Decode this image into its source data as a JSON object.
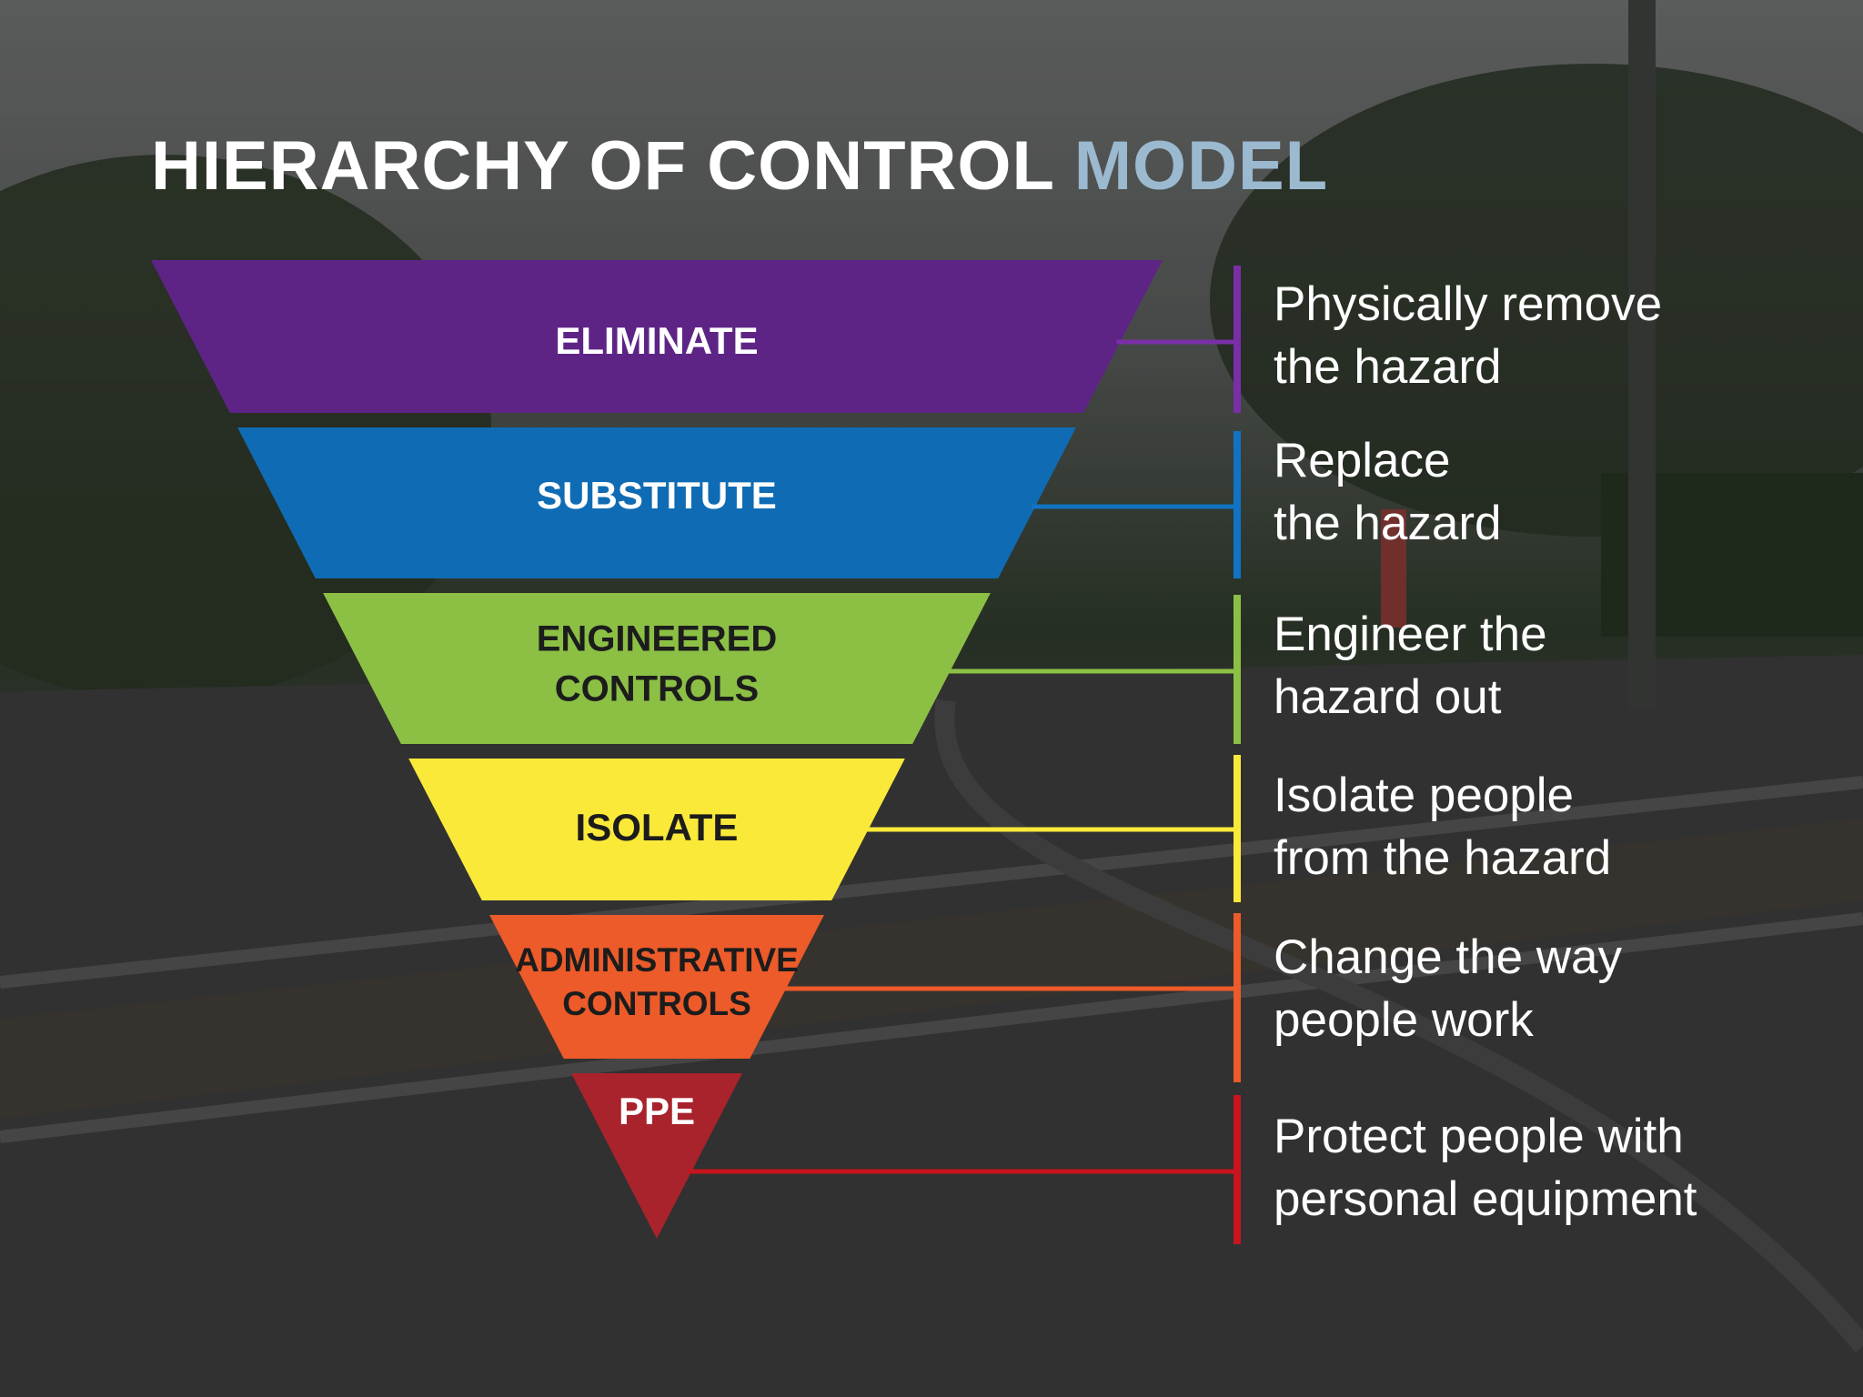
{
  "title": {
    "main": "HIERARCHY OF CONTROL",
    "accent": "MODEL"
  },
  "colors": {
    "title_accent": "#9bb9cf",
    "eliminate": "#5d2485",
    "substitute": "#0f6cb4",
    "engineered": "#8cc045",
    "isolate": "#fbe93a",
    "administrative": "#ec5b29",
    "ppe": "#a8232c"
  },
  "tiers": [
    {
      "id": "eliminate",
      "label_lines": [
        "ELIMINATE"
      ],
      "label_color": "#ffffff",
      "desc_lines": [
        "Physically remove",
        "the hazard"
      ],
      "color": "#5d2485",
      "line_color": "#7a2fa8"
    },
    {
      "id": "substitute",
      "label_lines": [
        "SUBSTITUTE"
      ],
      "label_color": "#ffffff",
      "desc_lines": [
        "Replace",
        "the hazard"
      ],
      "color": "#0f6cb4",
      "line_color": "#1173c4"
    },
    {
      "id": "engineered-controls",
      "label_lines": [
        "ENGINEERED",
        "CONTROLS"
      ],
      "label_color": "#1c1c1c",
      "desc_lines": [
        "Engineer the",
        "hazard out"
      ],
      "color": "#8cc045",
      "line_color": "#8cc045"
    },
    {
      "id": "isolate",
      "label_lines": [
        "ISOLATE"
      ],
      "label_color": "#1c1c1c",
      "desc_lines": [
        "Isolate people",
        "from the hazard"
      ],
      "color": "#fbe93a",
      "line_color": "#fbe93a"
    },
    {
      "id": "administrative-controls",
      "label_lines": [
        "ADMINISTRATIVE",
        "CONTROLS"
      ],
      "label_color": "#1c1c1c",
      "desc_lines": [
        "Change the way",
        "people work"
      ],
      "color": "#ec5b29",
      "line_color": "#ec5b29"
    },
    {
      "id": "ppe",
      "label_lines": [
        "PPE"
      ],
      "label_color": "#ffffff",
      "desc_lines": [
        "Protect people with",
        "personal equipment"
      ],
      "color": "#a8232c",
      "line_color": "#c8141e"
    }
  ]
}
